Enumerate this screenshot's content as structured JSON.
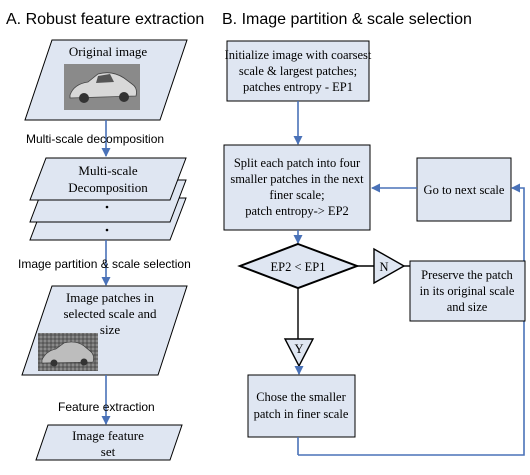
{
  "left_panel": {
    "heading": "A. Robust feature extraction",
    "original_image_label": "Original image",
    "step_decomposition": "Multi-scale decomposition",
    "decomposition_box_line1": "Multi-scale",
    "decomposition_box_line2": "Decomposition",
    "step_partition": "Image partition & scale selection",
    "patches_box_line1": "Image patches in",
    "patches_box_line2": "selected scale and",
    "patches_box_line3": "size",
    "step_feature": "Feature extraction",
    "feature_box_line1": "Image feature",
    "feature_box_line2": "set"
  },
  "right_panel": {
    "heading": "B. Image partition & scale selection",
    "init_box_line1": "Initialize image with coarsest",
    "init_box_line2": "scale & largest patches;",
    "init_box_line3": "patches entropy - EP1",
    "split_box_line1": "Split each patch into four",
    "split_box_line2": "smaller patches in the next",
    "split_box_line3": "finer scale;",
    "split_box_line4": "patch entropy-> EP2",
    "next_scale_box": "Go to next scale",
    "decision_label": "EP2 < EP1",
    "no_label": "N",
    "yes_label": "Y",
    "preserve_box_line1": "Preserve the patch",
    "preserve_box_line2": "in its original scale",
    "preserve_box_line3": "and size",
    "chose_box_line1": "Chose the smaller",
    "chose_box_line2": "patch in finer scale"
  },
  "colors": {
    "box_fill": "#dfe6f2",
    "box_stroke": "#000000",
    "arrow": "#4a72b8"
  }
}
